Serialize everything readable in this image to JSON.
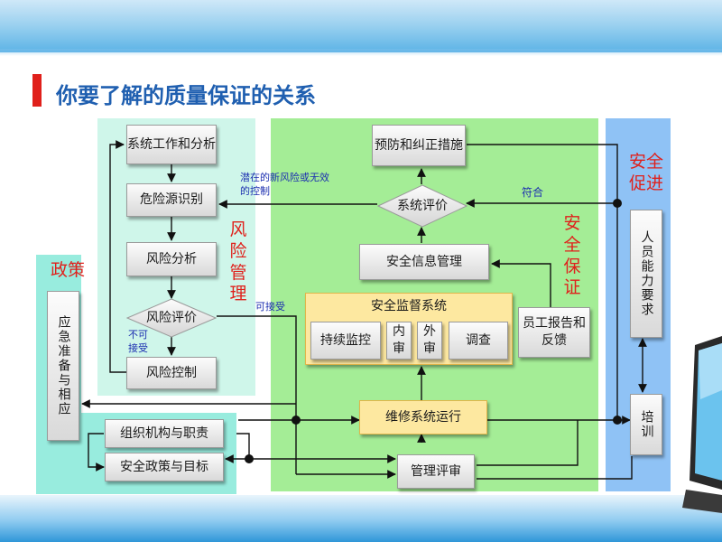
{
  "title": "你要了解的质量保证的关系",
  "zones": {
    "risk_label": "风险管理",
    "policy_label": "政策",
    "assurance_label": "安全保证",
    "promotion_label": "安全促进"
  },
  "nodes": {
    "system_analysis": "系统工作和分析",
    "hazard_id": "危险源识别",
    "risk_analysis": "风险分析",
    "risk_eval": "风险评价",
    "risk_control": "风险控制",
    "prevention": "预防和纠正措施",
    "system_eval": "系统评价",
    "safety_info": "安全信息管理",
    "oversight_title": "安全监督系统",
    "continuous_monitor": "持续监控",
    "internal_audit": "内审",
    "external_audit": "外审",
    "investigation": "调查",
    "employee_report": "员工报告和反馈",
    "maintenance_ops": "维修系统运行",
    "management_review": "管理评审",
    "org_roles": "组织机构与职责",
    "policy_goals": "安全政策与目标",
    "emergency": "应急准备与相应",
    "competency": "人员能力要求",
    "training": "培训"
  },
  "annotations": {
    "potential_risk": "潜在的新风险或无效的控制",
    "conform": "符合",
    "acceptable": "可接受",
    "not_acceptable": "不可接受"
  },
  "colors": {
    "title_text": "#1f5fb0",
    "title_marker": "#e0201b",
    "zone_label": "#e0201b",
    "annotation_text": "#1c2fb0",
    "risk_zone": "#cff6ea",
    "policy_zone": "#98ecde",
    "assurance_zone": "#a4ed96",
    "promotion_zone": "#8fc2f5",
    "oversight_box": "#fde8a0"
  }
}
